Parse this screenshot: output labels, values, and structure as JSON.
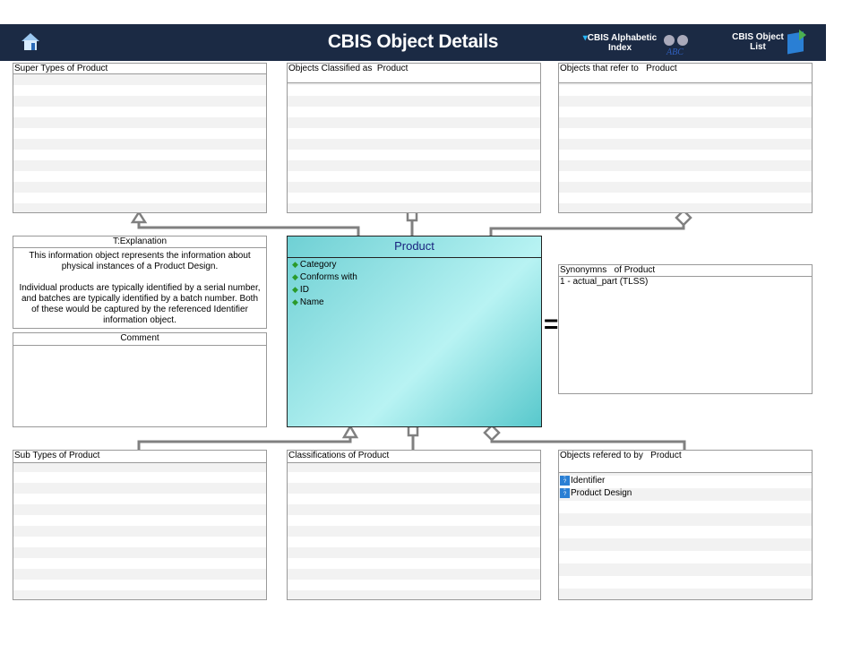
{
  "header": {
    "title": "CBIS Object Details",
    "alpha_index": "CBIS Alphabetic Index",
    "object_list": "CBIS Object List"
  },
  "super_types": {
    "title": "Super Types of Product",
    "items": []
  },
  "classified_as": {
    "title": "Objects Classified as  Product",
    "items": []
  },
  "refer_to": {
    "title": "Objects that refer to   Product",
    "items": []
  },
  "explanation": {
    "title": "T:Explanation",
    "p1": "This information object represents the information about physical instances of a Product Design.",
    "p2": "Individual products are typically identified by a serial number, and batches are typically identified by a batch number. Both of these would be captured by the referenced Identifier information object."
  },
  "comment": {
    "title": "Comment"
  },
  "product": {
    "name": "Product",
    "attributes": [
      "Category",
      "Conforms with",
      "ID",
      "Name"
    ]
  },
  "synonyms": {
    "title": "Synonymns   of Product",
    "items": [
      "1 - actual_part (TLSS)"
    ]
  },
  "sub_types": {
    "title": "Sub Types of Product"
  },
  "classifications": {
    "title": "Classifications of Product"
  },
  "referred_by": {
    "title": "Objects refered to by   Product",
    "items": [
      "Identifier",
      "Product Design"
    ]
  },
  "equals": "="
}
